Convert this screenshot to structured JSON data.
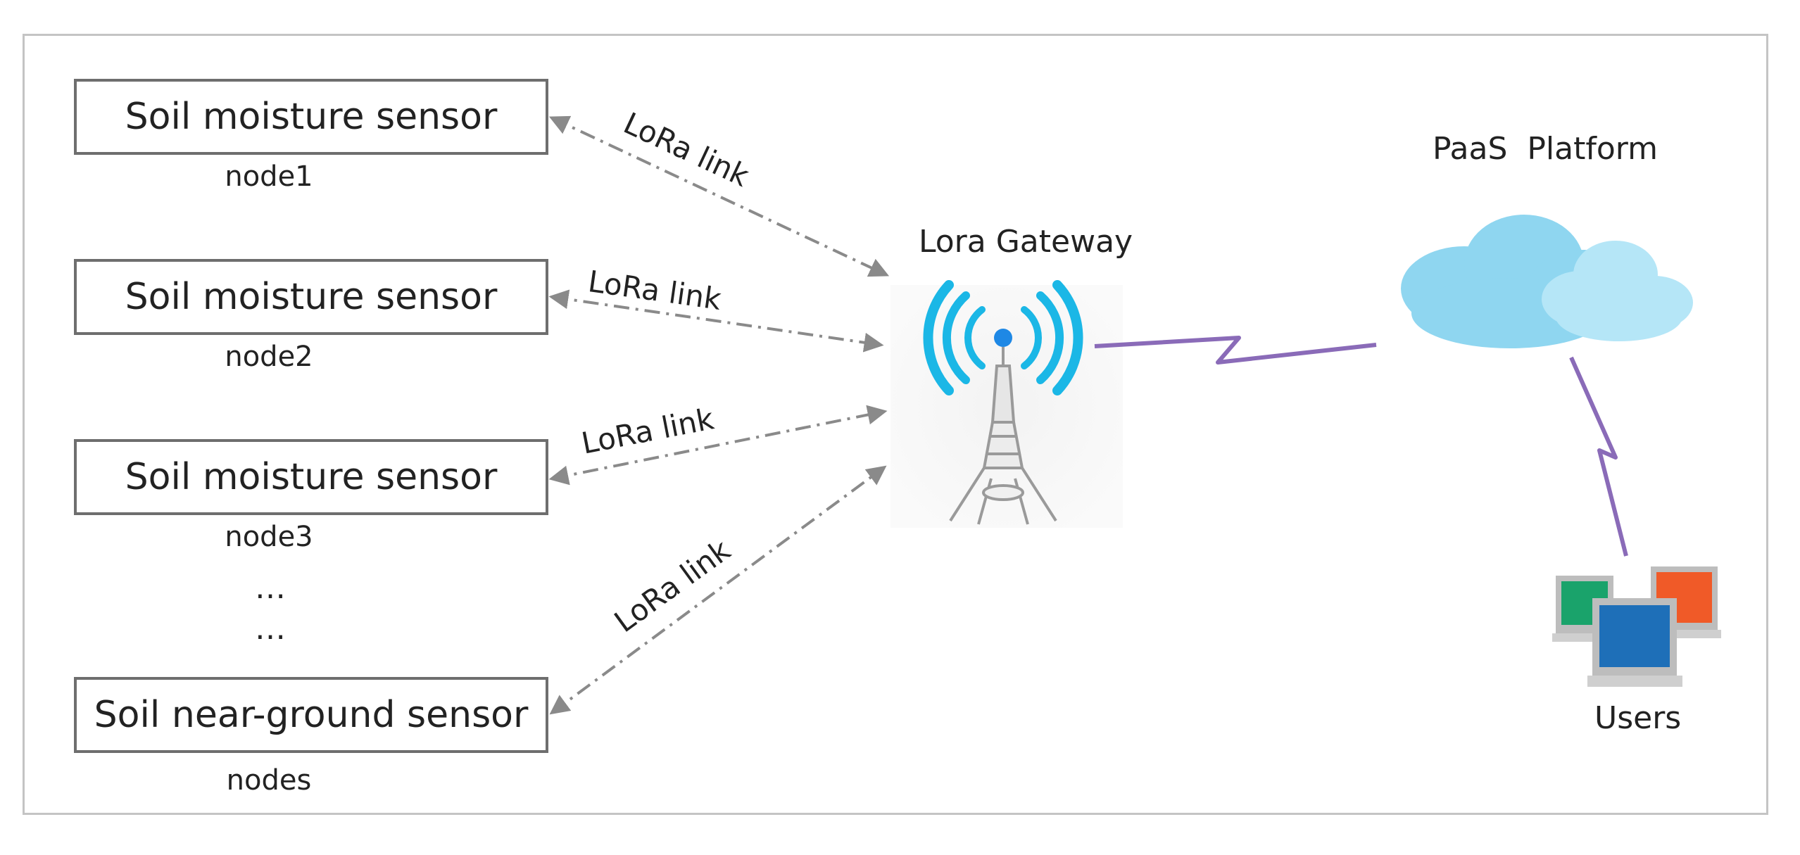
{
  "sensors": [
    {
      "name": "Soil moisture sensor",
      "node": "node1"
    },
    {
      "name": "Soil moisture sensor",
      "node": "node2"
    },
    {
      "name": "Soil moisture sensor",
      "node": "node3"
    },
    {
      "name": "Soil near-ground sensor",
      "node": "nodes"
    }
  ],
  "ellipsis": [
    "…",
    "…"
  ],
  "links": [
    "LoRa link",
    "LoRa link",
    "LoRa link",
    "LoRa link"
  ],
  "gateway": {
    "label": "Lora Gateway",
    "icon": "gateway-tower-icon"
  },
  "platform": {
    "label": "PaaS  Platform",
    "icon": "cloud-icon"
  },
  "users": {
    "label": "Users",
    "icon": "computers-icon"
  },
  "colors": {
    "frame": "#c4c4c4",
    "box_border": "#6e6e6e",
    "arrow": "#8a8a8a",
    "lightning": "#8a6bb8",
    "cloud": "#8fd6f0",
    "signal": "#1bb7e6",
    "screen_green": "#1aa36b",
    "screen_blue": "#1e6fb8",
    "screen_orange": "#f05a28"
  }
}
